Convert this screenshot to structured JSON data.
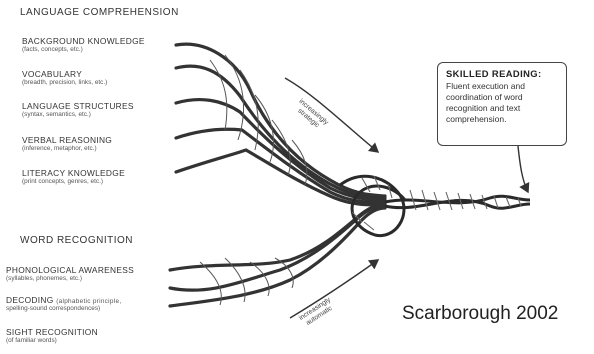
{
  "language_comprehension": {
    "heading": "LANGUAGE COMPREHENSION",
    "strands": [
      {
        "label": "BACKGROUND KNOWLEDGE",
        "detail": "(facts, concepts, etc.)"
      },
      {
        "label": "VOCABULARY",
        "detail": "(breadth, precision, links, etc.)"
      },
      {
        "label": "LANGUAGE STRUCTURES",
        "detail": "(syntax, semantics, etc.)"
      },
      {
        "label": "VERBAL REASONING",
        "detail": "(inference, metaphor, etc.)"
      },
      {
        "label": "LITERACY KNOWLEDGE",
        "detail": "(print concepts, genres, etc.)"
      }
    ],
    "arrow_note": [
      "increasingly",
      "strategic"
    ]
  },
  "word_recognition": {
    "heading": "WORD RECOGNITION",
    "strands": [
      {
        "label": "PHONOLOGICAL AWARENESS",
        "detail": "(syllables, phonemes, etc.)"
      },
      {
        "label": "DECODING",
        "detail_inline": "(alphabetic principle,",
        "detail": "spelling-sound correspondences)"
      },
      {
        "label": "SIGHT RECOGNITION",
        "detail": "(of familiar words)"
      }
    ],
    "arrow_note": [
      "increasingly",
      "automatic"
    ]
  },
  "skilled_reading": {
    "title": "SKILLED READING:",
    "description": "Fluent execution and coordination of word recognition and text comprehension."
  },
  "citation": "Scarborough 2002"
}
